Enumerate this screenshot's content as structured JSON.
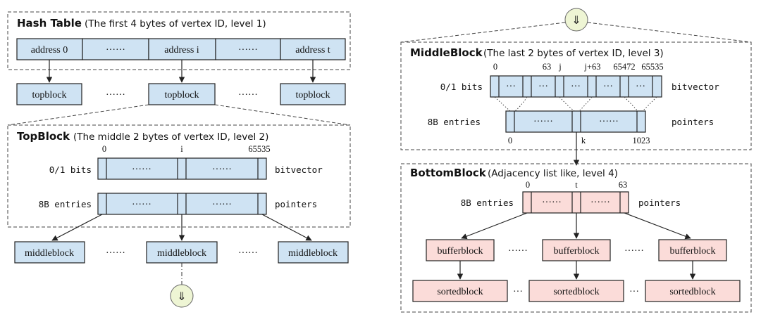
{
  "left": {
    "hash_table": {
      "title": "Hash Table",
      "subtitle": "(The first 4 bytes of vertex ID, level 1)",
      "cells": [
        "address 0",
        "······",
        "address i",
        "······",
        "address t"
      ]
    },
    "topblock_row": {
      "items": [
        "topblock",
        "······",
        "topblock",
        "······",
        "topblock"
      ]
    },
    "topblock_detail": {
      "title": "TopBlock",
      "subtitle": "(The middle 2 bytes of vertex ID, level 2)",
      "index_labels": [
        "0",
        "i",
        "65535"
      ],
      "bits_label": "0/1 bits",
      "entries_label": "8B entries",
      "bits_cells": [
        "······",
        "······"
      ],
      "entries_cells": [
        "······",
        "······"
      ],
      "bits_right": "bitvector",
      "entries_right": "pointers"
    },
    "middleblock_row": {
      "items": [
        "middleblock",
        "······",
        "middleblock",
        "······",
        "middleblock"
      ]
    },
    "down_symbol": "⇓"
  },
  "right": {
    "down_symbol": "⇓",
    "middleblock_detail": {
      "title": "MiddleBlock",
      "subtitle": "(The last 2 bytes of vertex ID, level 3)",
      "top_labels": [
        "0",
        "63",
        "j",
        "j+63",
        "65472",
        "65535"
      ],
      "bits_label": "0/1 bits",
      "entries_label": "8B entries",
      "bits_cells": [
        "···",
        "···",
        "···",
        "···",
        "···"
      ],
      "entries_cells": [
        "······",
        "······"
      ],
      "bottom_labels": [
        "0",
        "k",
        "1023"
      ],
      "bits_right": "bitvector",
      "entries_right": "pointers"
    },
    "bottomblock_detail": {
      "title": "BottomBlock",
      "subtitle": "(Adjacency list like, level 4)",
      "index_labels": [
        "0",
        "t",
        "63"
      ],
      "entries_label": "8B entries",
      "entries_cells": [
        "······",
        "······"
      ],
      "entries_right": "pointers",
      "buffer_row": [
        "bufferblock",
        "······",
        "bufferblock",
        "······",
        "bufferblock"
      ],
      "sorted_row": [
        "sortedblock",
        "···",
        "sortedblock",
        "···",
        "sortedblock"
      ]
    }
  },
  "colors": {
    "blue_fill": "#cfe3f3",
    "pink_fill": "#fbdcd9",
    "circle_fill": "#eef5d4"
  }
}
